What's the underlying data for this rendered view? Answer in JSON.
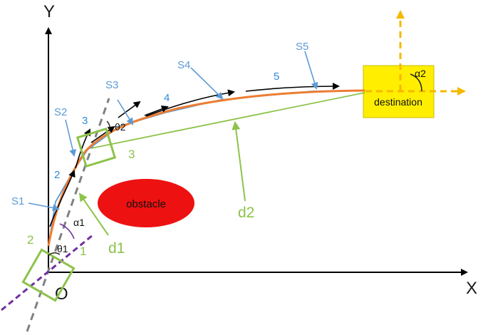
{
  "axes": {
    "x_label": "X",
    "y_label": "Y",
    "origin_label": "O"
  },
  "obstacle": {
    "label": "obstacle",
    "color": "#ee1111"
  },
  "destination": {
    "label": "destination",
    "color": "#ffee00",
    "angle_label": "α2"
  },
  "segments": [
    "S1",
    "S2",
    "S3",
    "S4",
    "S5"
  ],
  "waypoints": [
    "2",
    "3",
    "4",
    "5"
  ],
  "vehicle_markers": [
    "1",
    "2",
    "3"
  ],
  "angles": {
    "theta1": "θ1",
    "theta2": "θ2",
    "alpha1": "α1"
  },
  "distances": {
    "d1": "d1",
    "d2": "d2"
  },
  "colors": {
    "axis": "#000000",
    "path_orange": "#ed7d31",
    "path_blue": "#5b9bd5",
    "label_blue": "#2e8bd8",
    "green": "#8cc34a",
    "purple": "#7030a0",
    "gray": "#808080",
    "dest_arrows": "#f5b800"
  }
}
